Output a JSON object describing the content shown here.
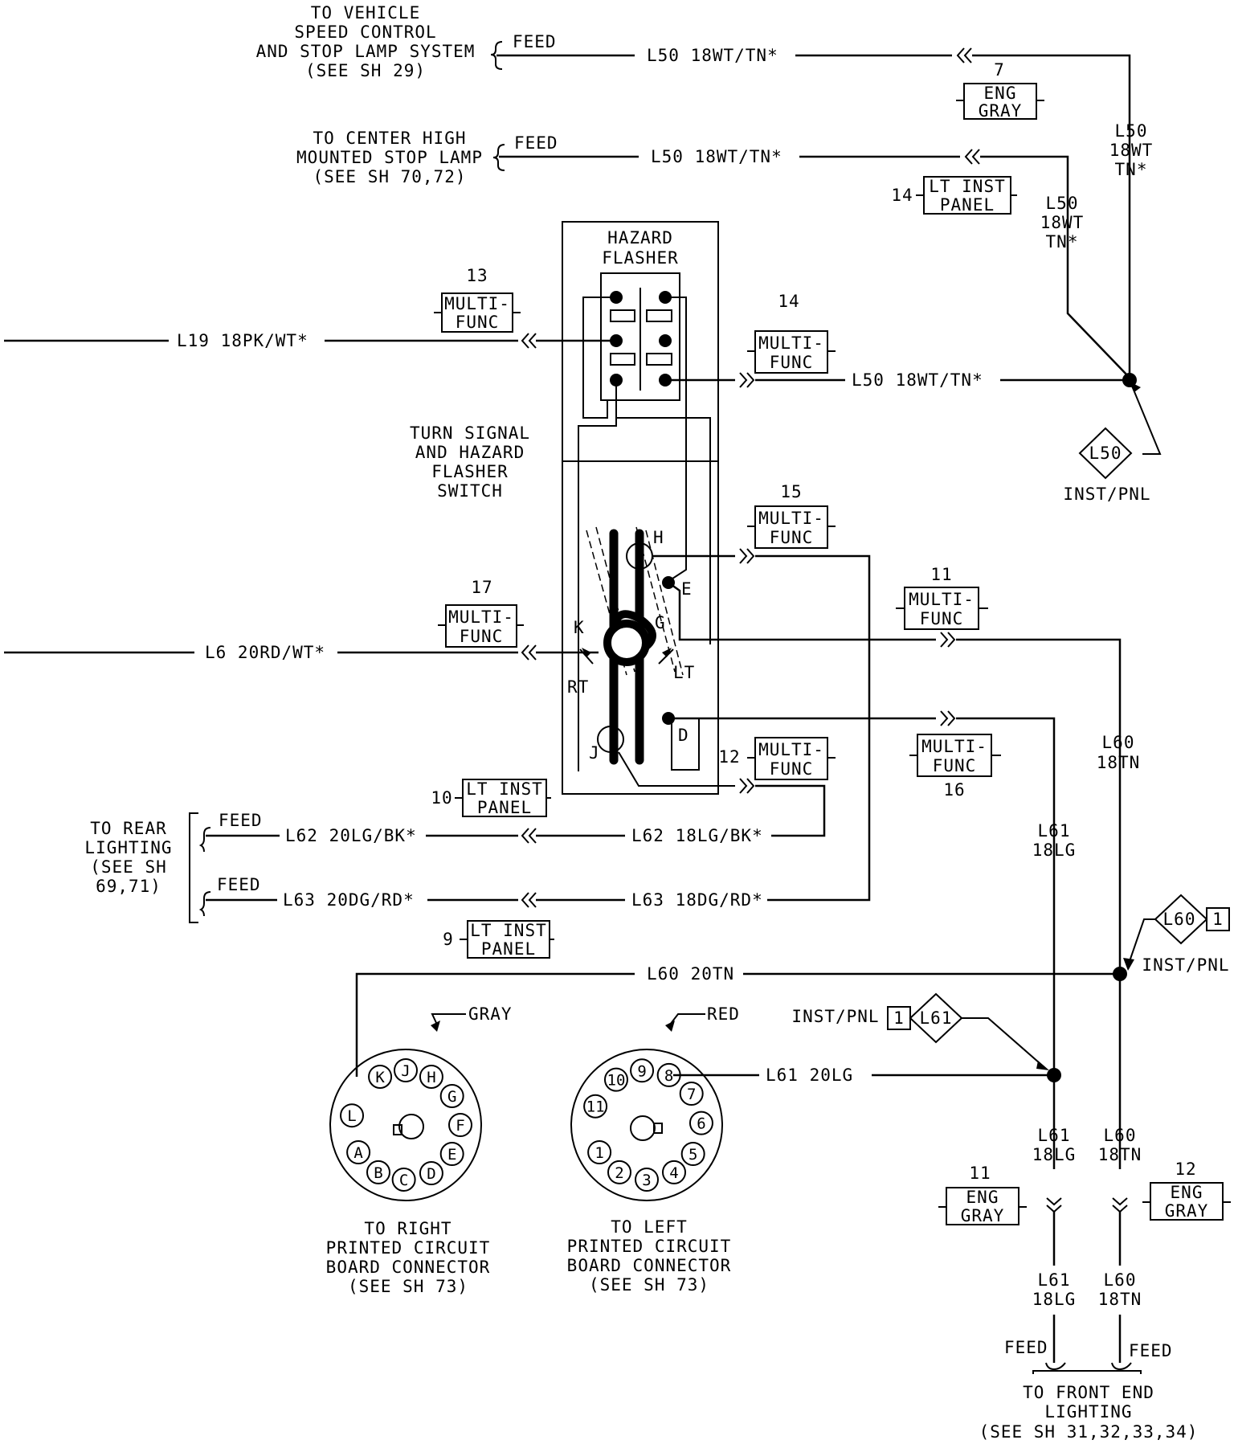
{
  "top": {
    "speed_control": [
      "TO VEHICLE",
      "SPEED CONTROL",
      "AND STOP LAMP SYSTEM",
      "(SEE SH 29)"
    ],
    "chmsl": [
      "TO CENTER HIGH",
      "MOUNTED STOP LAMP",
      "(SEE SH 70,72)"
    ],
    "feed": "FEED"
  },
  "wires": {
    "l50_top": "L50 18WT/TN*",
    "l50_mid": "L50 18WT/TN*",
    "l50_right_a": [
      "L50",
      "18WT",
      "TN*"
    ],
    "l50_right_b": [
      "L50",
      "18WT",
      "TN*"
    ],
    "l50_flasher": "L50 18WT/TN*",
    "l19": "L19 18PK/WT*",
    "l6": "L6 20RD/WT*",
    "l60_vert": [
      "L60",
      "18TN"
    ],
    "l61_vert": [
      "L61",
      "18LG"
    ],
    "l62_left": "L62 20LG/BK*",
    "l62_right": "L62 18LG/BK*",
    "l63_left": "L63 20DG/RD*",
    "l63_right": "L63 18DG/RD*",
    "l60_20tn": "L60 20TN",
    "l61_20lg": "L61 20LG",
    "l61_low_a": [
      "L61",
      "18LG"
    ],
    "l60_low_a": [
      "L60",
      "18TN"
    ],
    "l61_low_b": [
      "L61",
      "18LG"
    ],
    "l60_low_b": [
      "L60",
      "18TN"
    ]
  },
  "connectors": {
    "c7": {
      "num": "7",
      "lines": [
        "ENG",
        "GRAY"
      ]
    },
    "c14_lt": {
      "num": "14",
      "lines": [
        "LT INST",
        "PANEL"
      ]
    },
    "c13": {
      "num": "13",
      "lines": [
        "MULTI-",
        "FUNC"
      ]
    },
    "c14_mf": {
      "num": "14",
      "lines": [
        "MULTI-",
        "FUNC"
      ]
    },
    "c15": {
      "num": "15",
      "lines": [
        "MULTI-",
        "FUNC"
      ]
    },
    "c17": {
      "num": "17",
      "lines": [
        "MULTI-",
        "FUNC"
      ]
    },
    "c11_mf": {
      "num": "11",
      "lines": [
        "MULTI-",
        "FUNC"
      ]
    },
    "c12_mf": {
      "num": "12",
      "lines": [
        "MULTI-",
        "FUNC"
      ]
    },
    "c16": {
      "num": "16",
      "lines": [
        "MULTI-",
        "FUNC"
      ]
    },
    "c10": {
      "num": "10",
      "lines": [
        "LT INST",
        "PANEL"
      ]
    },
    "c9": {
      "num": "9",
      "lines": [
        "LT INST",
        "PANEL"
      ]
    },
    "c11_eng": {
      "num": "11",
      "lines": [
        "ENG",
        "GRAY"
      ]
    },
    "c12_eng": {
      "num": "12",
      "lines": [
        "ENG",
        "GRAY"
      ]
    }
  },
  "splices": {
    "l50": {
      "label": "L50",
      "loc": "INST/PNL"
    },
    "l60": {
      "label": "L60",
      "num": "1",
      "loc": "INST/PNL"
    },
    "l61": {
      "label": "L61",
      "num": "1",
      "loc": "INST/PNL"
    }
  },
  "switch": {
    "hazard_flasher": [
      "HAZARD",
      "FLASHER"
    ],
    "label": [
      "TURN SIGNAL",
      "AND HAZARD",
      "FLASHER",
      "SWITCH"
    ],
    "pins": {
      "H": "H",
      "E": "E",
      "K": "K",
      "G": "G",
      "RT": "RT",
      "LT": "LT",
      "J": "J",
      "D": "D"
    }
  },
  "rear": {
    "label": [
      "TO REAR",
      "LIGHTING",
      "(SEE SH",
      "69,71)"
    ],
    "feed": "FEED"
  },
  "right_pcb": {
    "color": "GRAY",
    "pins": [
      "K",
      "J",
      "H",
      "G",
      "F",
      "E",
      "D",
      "C",
      "B",
      "A",
      "L"
    ],
    "label": [
      "TO RIGHT",
      "PRINTED CIRCUIT",
      "BOARD CONNECTOR",
      "(SEE SH 73)"
    ]
  },
  "left_pcb": {
    "color": "RED",
    "pins": [
      "10",
      "9",
      "8",
      "7",
      "6",
      "5",
      "4",
      "3",
      "2",
      "1",
      "11"
    ],
    "label": [
      "TO LEFT",
      "PRINTED CIRCUIT",
      "BOARD CONNECTOR",
      "(SEE SH 73)"
    ]
  },
  "front": {
    "feed": "FEED",
    "label": [
      "TO FRONT END",
      "LIGHTING",
      "(SEE SH 31,32,33,34)"
    ]
  }
}
